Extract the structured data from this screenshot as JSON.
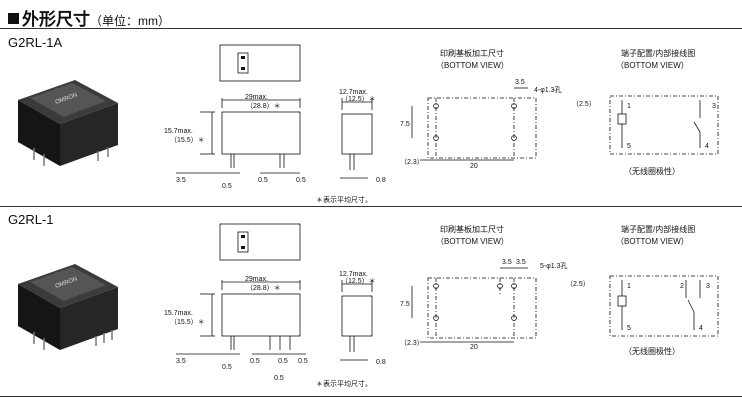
{
  "header": {
    "title": "外形尺寸",
    "unit": "（单位：mm）"
  },
  "common": {
    "max_mark": "max.",
    "pcb_title": "印刷基板加工尺寸",
    "view": "（BOTTOM VIEW）",
    "term_title": "端子配置/内部接线图",
    "nonpolar": "（无线圈极性）",
    "avg_note": "＊表示平均尺寸。",
    "brand": "OMRON"
  },
  "models": [
    {
      "name": "G2RL-1A",
      "width": "29max.",
      "width_avg": "（28.8）＊",
      "height": "15.7max.",
      "height_avg": "（15.5）＊",
      "depth": "12.7max.",
      "depth_avg": "（12.5）＊",
      "pin_left": "3.5",
      "pin_gap": "0.5",
      "pin_gap2": "0.5",
      "pin_gap3": "0.5",
      "pin_thick": "0.8",
      "pcb_pitch": "3.5",
      "pcb_hole": "4-φ1.3孔",
      "pcb_top": "（2.5）",
      "pcb_h": "7.5",
      "pcb_left": "（2.3）",
      "pcb_w": "20",
      "terms": [
        "1",
        "5",
        "3",
        "4"
      ]
    },
    {
      "name": "G2RL-1",
      "width": "29max.",
      "width_avg": "（28.8）＊",
      "height": "15.7max.",
      "height_avg": "（15.5）＊",
      "depth": "12.7max.",
      "depth_avg": "（12.5）＊",
      "pin_left": "3.5",
      "pin_gap": "0.5",
      "pin_gap2": "0.5",
      "pin_gap3": "0.5",
      "pin_gap4": "0.5",
      "pin_thick": "0.8",
      "pcb_pitch": "3.5",
      "pcb_pitch2": "3.5",
      "pcb_hole": "5-φ1.3孔",
      "pcb_top": "（2.5）",
      "pcb_h": "7.5",
      "pcb_left": "（2.3）",
      "pcb_w": "20",
      "terms": [
        "1",
        "5",
        "2",
        "3",
        "4"
      ]
    }
  ]
}
